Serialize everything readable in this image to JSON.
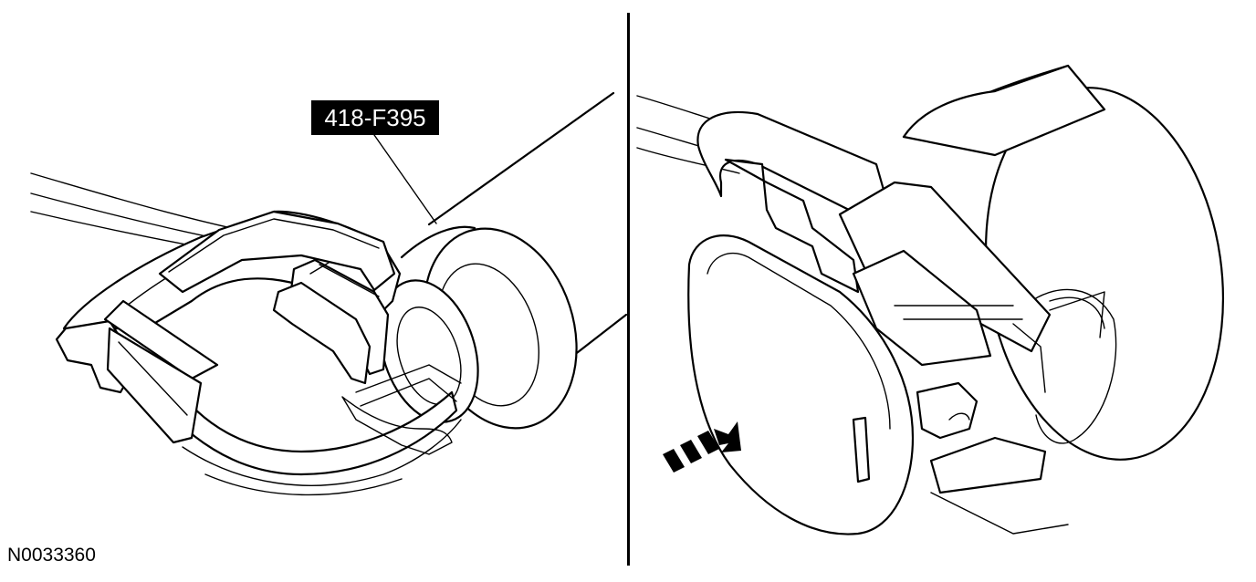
{
  "callout": {
    "tool_number": "418-F395"
  },
  "figure": {
    "id": "N0033360"
  },
  "icons": {
    "direction_arrow": "triple-dashed-arrow-right"
  },
  "colors": {
    "line": "#000000",
    "background": "#ffffff",
    "label_bg": "#000000",
    "label_text": "#ffffff"
  }
}
